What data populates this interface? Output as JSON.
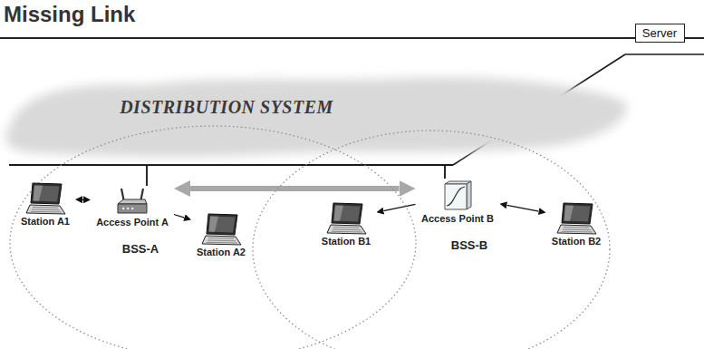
{
  "diagram": {
    "title": "Missing Link",
    "nodes": [
      {
        "text": [
          "Server"
        ]
      },
      {
        "text": [
          "DISTRIBUTION SYSTEM"
        ]
      },
      {
        "text": [
          "BSS-A"
        ]
      },
      {
        "text": [
          "Station A1"
        ],
        "in": 2
      },
      {
        "text": [
          "Access Point A"
        ],
        "in": 2
      },
      {
        "text": [
          "Station A2"
        ],
        "in": 2
      },
      {
        "text": [
          "BSS-B"
        ]
      },
      {
        "text": [
          "Station B1"
        ],
        "in": 6
      },
      {
        "text": [
          "Access Point B"
        ],
        "in": 6
      },
      {
        "text": [
          "Station B2"
        ],
        "in": 6
      }
    ],
    "edges": [
      {
        "from": 3,
        "to": 4,
        "arrow": "both"
      },
      {
        "from": 4,
        "to": 5,
        "arrow": "to"
      },
      {
        "from": 4,
        "to": 8,
        "arrow": "both"
      },
      {
        "from": 8,
        "to": 7,
        "arrow": "to"
      },
      {
        "from": 8,
        "to": 9,
        "arrow": "both"
      },
      {
        "from": 4,
        "to": 1,
        "arrow": "none"
      },
      {
        "from": 8,
        "to": 1,
        "arrow": "none"
      }
    ]
  }
}
